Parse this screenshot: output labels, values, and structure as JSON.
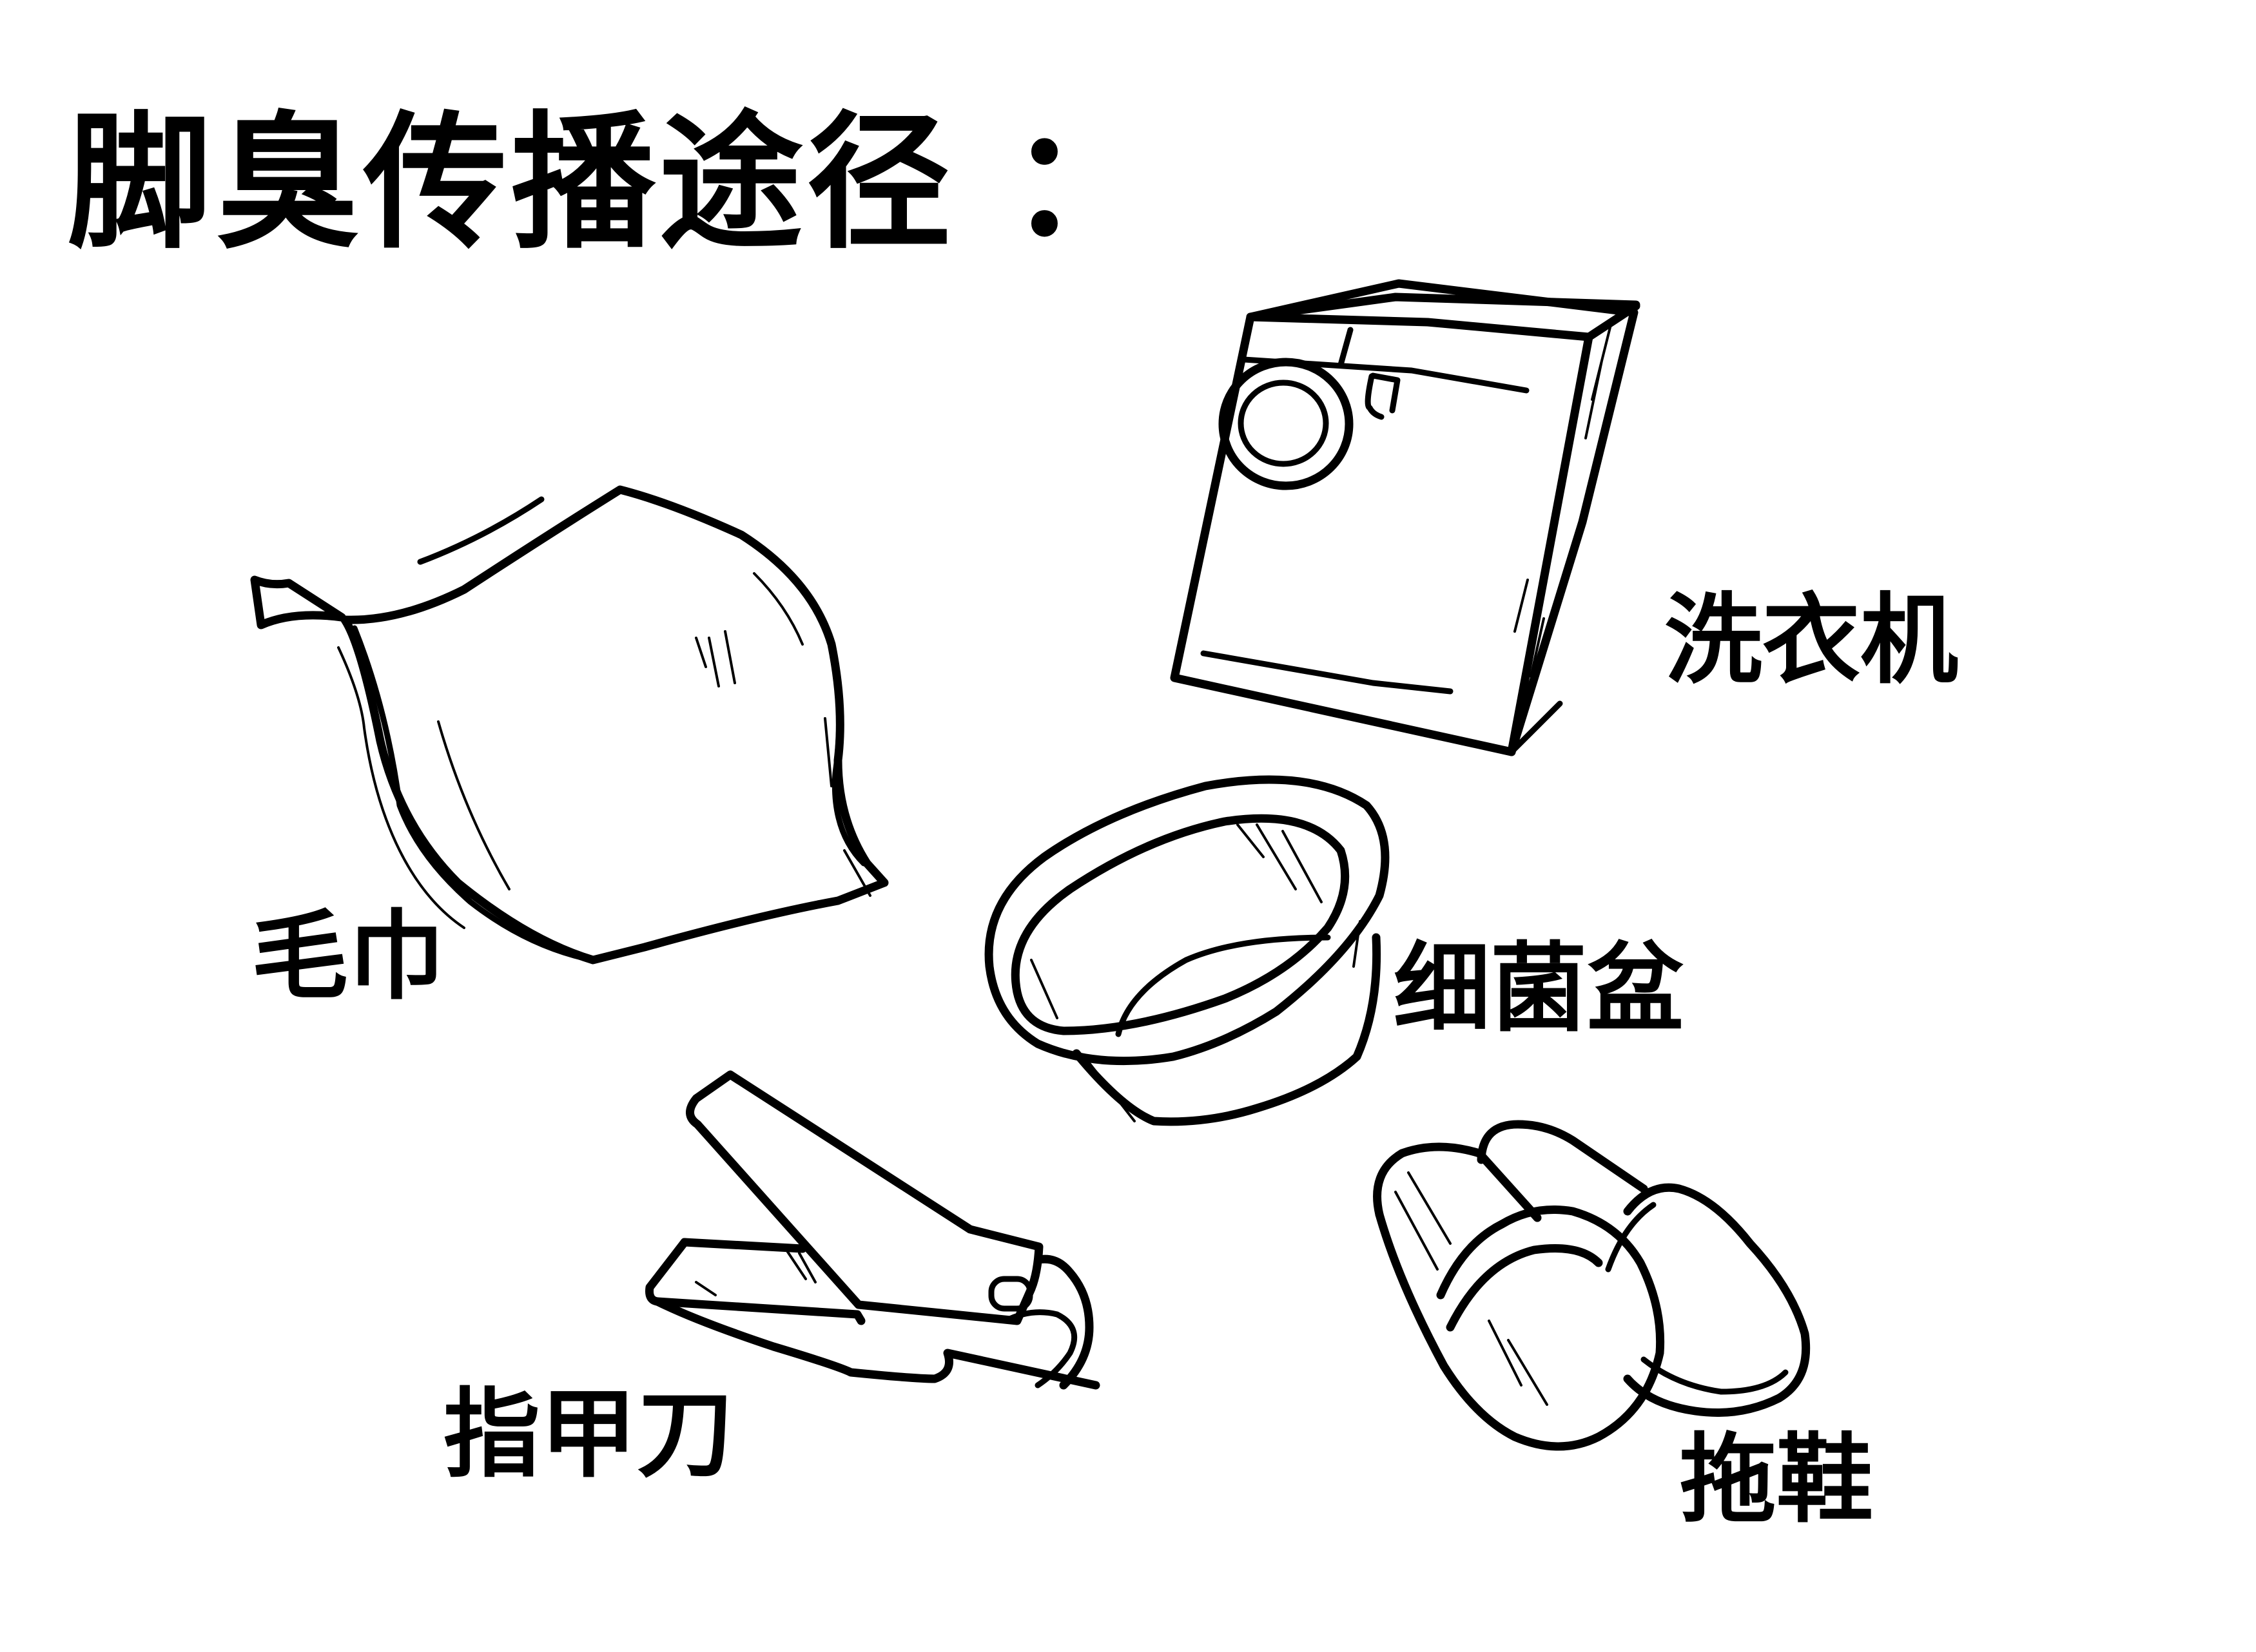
{
  "title": "脚臭传播途径 ：",
  "items": [
    {
      "id": "washer",
      "label": "洗衣机",
      "icon": "washing-machine"
    },
    {
      "id": "towel",
      "label": "毛巾",
      "icon": "towel"
    },
    {
      "id": "basin",
      "label": "细菌盆",
      "icon": "basin"
    },
    {
      "id": "clipper",
      "label": "指甲刀",
      "icon": "nail-clipper"
    },
    {
      "id": "slipper",
      "label": "拖鞋",
      "icon": "slippers"
    }
  ],
  "colors": {
    "background": "#ffffff",
    "ink": "#000000"
  }
}
